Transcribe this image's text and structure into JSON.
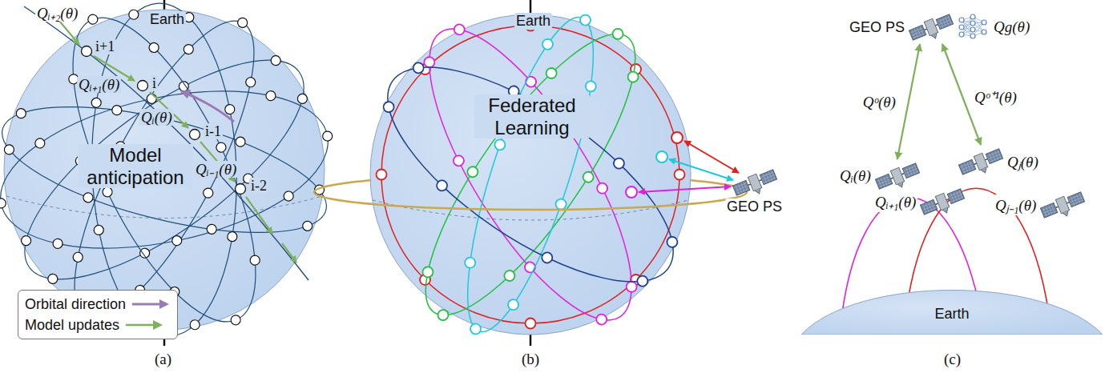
{
  "diagram": {
    "nodes": [
      {
        "text": [
          "Earth",
          "Model anticipation"
        ]
      },
      {
        "text": [
          "Earth",
          "Federated Learning"
        ]
      },
      {
        "text": [
          "GEO PS"
        ]
      },
      {
        "text": [
          "GEO PS",
          "Qg(θ)"
        ]
      },
      {
        "text": [
          "Qᵢ(θ)"
        ]
      },
      {
        "text": [
          "Qⱼ(θ)"
        ]
      },
      {
        "text": [
          "Qᵢ₊₁(θ)"
        ]
      },
      {
        "text": [
          "Qⱼ₋₁(θ)"
        ]
      },
      {
        "text": [
          "Earth"
        ]
      }
    ],
    "edges": [
      {
        "from": 3,
        "to": 4,
        "arrow": "both",
        "label": "Qᵒ(θ)"
      },
      {
        "from": 3,
        "to": 5,
        "arrow": "both",
        "label": "Qᵒ⁺¹(θ)"
      }
    ],
    "labels": [
      "Qᵢ₊₂(θ)",
      "i+1",
      "Qᵢ₊₁(θ)",
      "i",
      "Qᵢ(θ)",
      "i-1",
      "Qᵢ₋₁(θ)",
      "i-2",
      "(a)",
      "(b)",
      "(c)"
    ],
    "legend": [
      {
        "text": "Orbital direction"
      },
      {
        "text": "Model updates"
      }
    ]
  }
}
